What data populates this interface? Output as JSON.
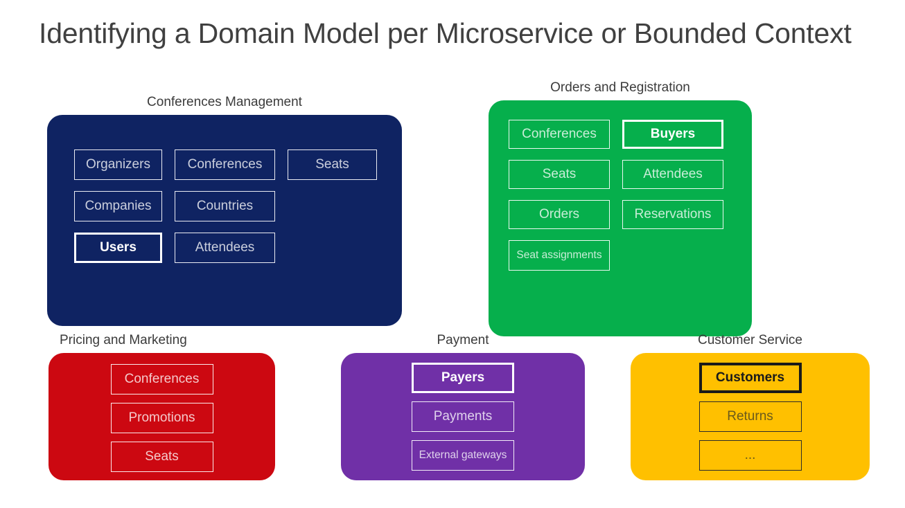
{
  "slide": {
    "title": "Identifying a Domain Model per Microservice or Bounded Context",
    "background": "#FFFFFF",
    "title_color": "#404040"
  },
  "contexts": [
    {
      "id": "conferences-management",
      "label": "Conferences Management",
      "label_align": "center",
      "color": "#0F2362",
      "text_ink": "light",
      "columns": 3,
      "entities": [
        {
          "name": "Organizers",
          "highlighted": false
        },
        {
          "name": "Conferences",
          "highlighted": false
        },
        {
          "name": "Seats",
          "highlighted": false
        },
        {
          "name": "Companies",
          "highlighted": false
        },
        {
          "name": "Countries",
          "highlighted": false
        },
        {
          "name": "Users",
          "highlighted": true
        },
        {
          "name": "Attendees",
          "highlighted": false
        }
      ]
    },
    {
      "id": "orders-registration",
      "label": "Orders and Registration",
      "label_align": "center",
      "color": "#06AF4C",
      "text_ink": "light",
      "columns": 2,
      "entities": [
        {
          "name": "Conferences",
          "highlighted": false
        },
        {
          "name": "Buyers",
          "highlighted": true
        },
        {
          "name": "Seats",
          "highlighted": false
        },
        {
          "name": "Attendees",
          "highlighted": false
        },
        {
          "name": "Orders",
          "highlighted": false
        },
        {
          "name": "Reservations",
          "highlighted": false
        },
        {
          "name": "Seat assignments",
          "highlighted": false,
          "two_line": true
        }
      ]
    },
    {
      "id": "pricing-marketing",
      "label": "Pricing and Marketing",
      "label_align": "left",
      "color": "#CC0811",
      "text_ink": "light",
      "columns": 1,
      "entities": [
        {
          "name": "Conferences",
          "highlighted": false
        },
        {
          "name": "Promotions",
          "highlighted": false
        },
        {
          "name": "Seats",
          "highlighted": false
        }
      ]
    },
    {
      "id": "payment",
      "label": "Payment",
      "label_align": "center",
      "color": "#7030A7",
      "text_ink": "light",
      "columns": 1,
      "entities": [
        {
          "name": "Payers",
          "highlighted": true
        },
        {
          "name": "Payments",
          "highlighted": false
        },
        {
          "name": "External gateways",
          "highlighted": false,
          "two_line": true
        }
      ]
    },
    {
      "id": "customer-service",
      "label": "Customer Service",
      "label_align": "center",
      "color": "#FFC000",
      "text_ink": "dark",
      "columns": 1,
      "entities": [
        {
          "name": "Customers",
          "highlighted": true
        },
        {
          "name": "Returns",
          "highlighted": false
        },
        {
          "name": "...",
          "highlighted": false
        }
      ]
    }
  ]
}
